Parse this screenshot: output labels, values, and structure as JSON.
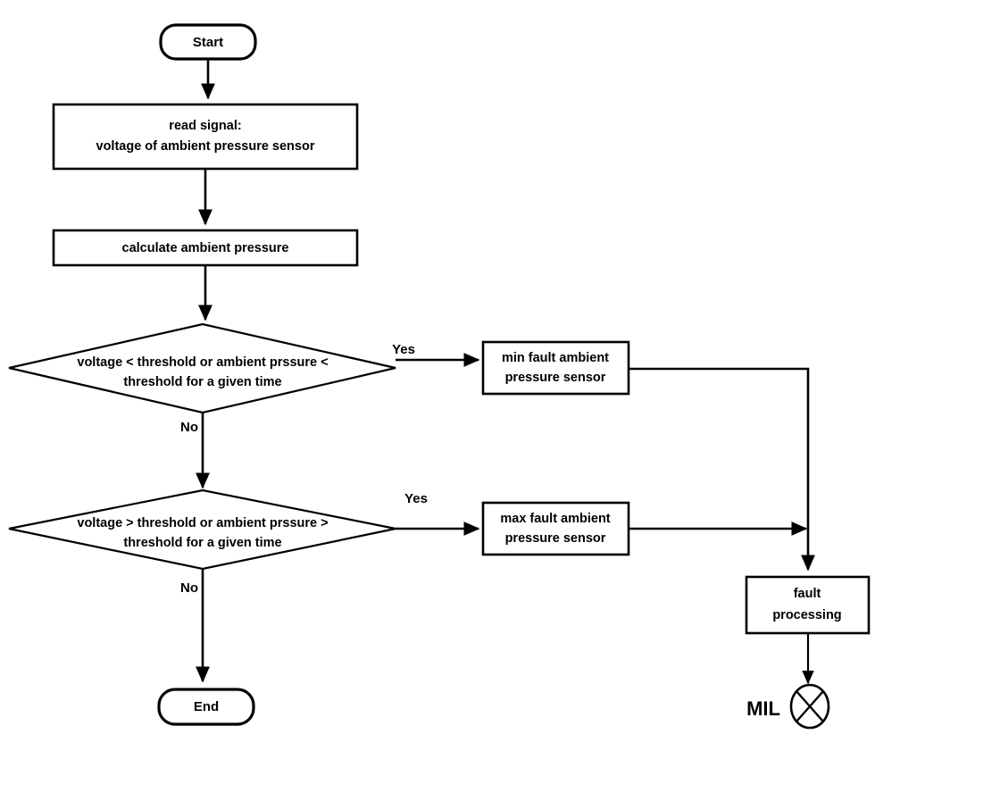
{
  "diagram": {
    "title": "Ambient pressure sensor diagnostic flowchart",
    "background_color": "#ffffff",
    "line_color": "#000000",
    "shape_fill": "#ffffff"
  },
  "nodes": {
    "start": {
      "type": "terminator",
      "label": "Start"
    },
    "read_signal": {
      "type": "process",
      "line1": "read signal:",
      "line2": "voltage of ambient pressure sensor"
    },
    "calculate": {
      "type": "process",
      "label": "calculate ambient pressure"
    },
    "decision_min": {
      "type": "decision",
      "line1": "voltage < threshold or ambient prssure <",
      "line2": "threshold for a given time"
    },
    "decision_max": {
      "type": "decision",
      "line1": "voltage > threshold or ambient prssure >",
      "line2": "threshold for a given time"
    },
    "min_fault": {
      "type": "process",
      "line1": "min fault ambient",
      "line2": "pressure sensor"
    },
    "max_fault": {
      "type": "process",
      "line1": "max fault ambient",
      "line2": "pressure sensor"
    },
    "fault_processing": {
      "type": "process",
      "line1": "fault",
      "line2": "processing"
    },
    "end": {
      "type": "terminator",
      "label": "End"
    },
    "mil": {
      "type": "indicator",
      "label": "MIL",
      "icon": "circle-cross-icon"
    }
  },
  "edge_labels": {
    "min_yes": "Yes",
    "min_no": "No",
    "max_yes": "Yes",
    "max_no": "No"
  }
}
